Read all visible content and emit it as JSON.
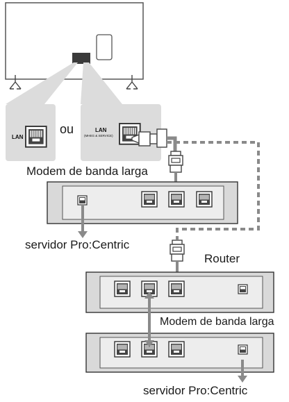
{
  "labels": {
    "ou": "ou",
    "lan_left": "LAN",
    "lan_right": "LAN",
    "mheg_service": "(MHEG & SERVICE)",
    "modem_top": "Modem de banda larga",
    "server_top": "servidor Pro:Centric",
    "router": "Router",
    "modem_bottom": "Modem de banda larga",
    "server_bottom": "servidor Pro:Centric"
  },
  "icons": {
    "port": "ethernet-port-icon",
    "plug": "ethernet-plug-icon",
    "tv": "tv-back-icon"
  },
  "colors": {
    "device_fill": "#d9d9d9",
    "device_panel": "#ededed",
    "panel_highlight": "#dcdcdc",
    "cable": "#8a8a8a",
    "dash_cable": "#8a8a8a",
    "outline": "#333333"
  }
}
